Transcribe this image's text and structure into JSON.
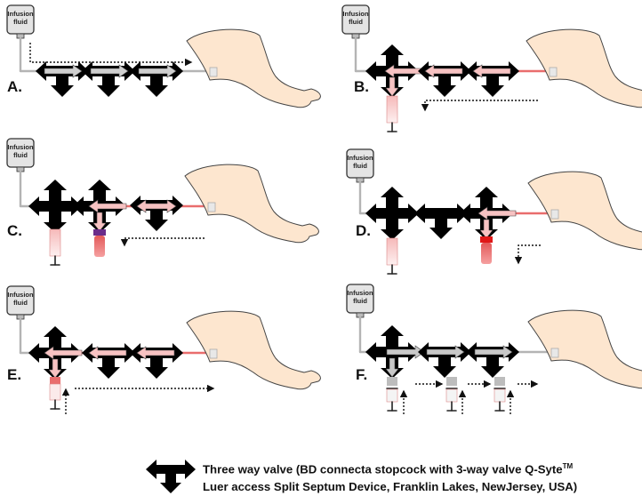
{
  "bag_label_line1": "Infusion",
  "bag_label_line2": "fluid",
  "panels": [
    {
      "label": "A."
    },
    {
      "label": "B."
    },
    {
      "label": "C."
    },
    {
      "label": "D."
    },
    {
      "label": "E."
    },
    {
      "label": "F."
    }
  ],
  "legend": {
    "line1_prefix": "Three way valve (BD connecta stopcock with 3-way valve Q-Syte",
    "trademark": "TM",
    "line2": "Luer access Split Septum Device, Franklin Lakes, NewJersey, USA)"
  },
  "colors": {
    "blood": "#e96d6d",
    "blood_light": "#f7c2c2",
    "fluid_gray": "#b4b4b4",
    "skin": "#fde6cf",
    "valve": "#000000",
    "cap_purple": "#6a2c8a",
    "cap_red": "#e01818"
  }
}
